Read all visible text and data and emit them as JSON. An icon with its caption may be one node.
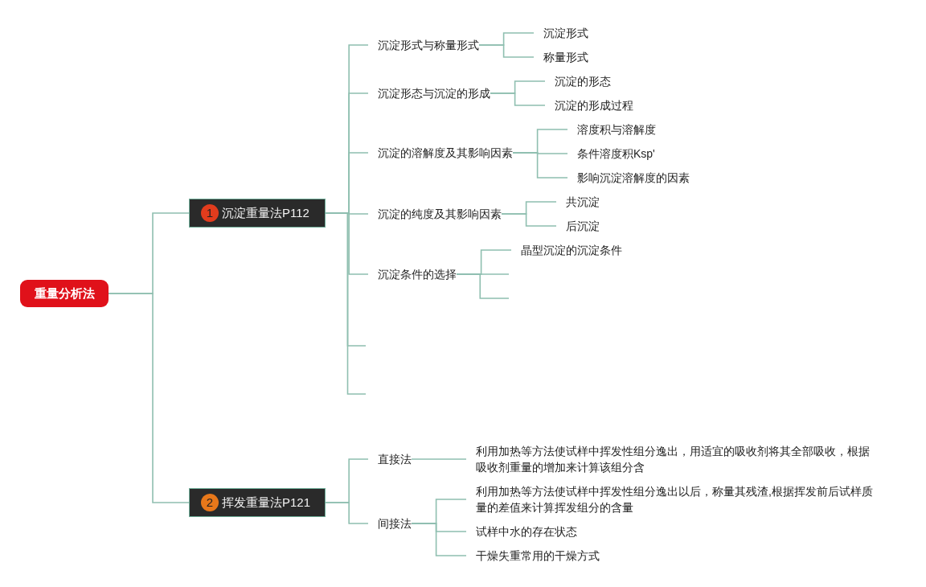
{
  "diagram": {
    "nodes": [
      {
        "text": [
          "重量分析法"
        ]
      },
      {
        "text": [
          "1",
          "沉淀重量法P112"
        ]
      },
      {
        "text": [
          "沉淀形式与称量形式"
        ]
      },
      {
        "text": [
          "沉淀形式"
        ]
      },
      {
        "text": [
          "称量形式"
        ]
      },
      {
        "text": [
          "沉淀形态与沉淀的形成"
        ]
      },
      {
        "text": [
          "沉淀的形态"
        ]
      },
      {
        "text": [
          "沉淀的形成过程"
        ]
      },
      {
        "text": [
          "沉淀的溶解度及其影响因素"
        ]
      },
      {
        "text": [
          "溶度积与溶解度"
        ]
      },
      {
        "text": [
          "条件溶度积Ksp'"
        ]
      },
      {
        "text": [
          "影响沉淀溶解度的因素"
        ]
      },
      {
        "text": [
          "沉淀的纯度及其影响因素"
        ]
      },
      {
        "text": [
          "共沉淀"
        ]
      },
      {
        "text": [
          "后沉淀"
        ]
      },
      {
        "text": [
          "沉淀条件的选择"
        ]
      },
      {
        "text": [
          "晶型沉淀的沉淀条件"
        ]
      },
      {
        "text": [
          "2",
          "挥发重量法P121"
        ]
      },
      {
        "text": [
          "直接法"
        ]
      },
      {
        "text": [
          "利用加热等方法使试样中挥发性组分逸出，用适宜的吸收剂将其全部吸收，根据吸收剂重量的增加来计算该组分含"
        ]
      },
      {
        "text": [
          "间接法"
        ]
      },
      {
        "text": [
          "利用加热等方法使试样中挥发性组分逸出以后，称量其残渣,根据挥发前后试样质量的差值来计算挥发组分的含量"
        ]
      },
      {
        "text": [
          "试样中水的存在状态"
        ]
      },
      {
        "text": [
          "干燥失重常用的干燥方式"
        ]
      }
    ],
    "edges": [
      {
        "from": 0,
        "to": 1,
        "arrow": "none"
      },
      {
        "from": 1,
        "to": 2,
        "arrow": "none"
      },
      {
        "from": 2,
        "to": 3,
        "arrow": "none"
      },
      {
        "from": 2,
        "to": 4,
        "arrow": "none"
      },
      {
        "from": 1,
        "to": 5,
        "arrow": "none"
      },
      {
        "from": 5,
        "to": 6,
        "arrow": "none"
      },
      {
        "from": 5,
        "to": 7,
        "arrow": "none"
      },
      {
        "from": 1,
        "to": 8,
        "arrow": "none"
      },
      {
        "from": 8,
        "to": 9,
        "arrow": "none"
      },
      {
        "from": 8,
        "to": 10,
        "arrow": "none"
      },
      {
        "from": 8,
        "to": 11,
        "arrow": "none"
      },
      {
        "from": 1,
        "to": 12,
        "arrow": "none"
      },
      {
        "from": 12,
        "to": 13,
        "arrow": "none"
      },
      {
        "from": 12,
        "to": 14,
        "arrow": "none"
      },
      {
        "from": 1,
        "to": 15,
        "arrow": "none"
      },
      {
        "from": 15,
        "to": 16,
        "arrow": "none"
      },
      {
        "from": 15,
        "to": null,
        "arrow": "none"
      },
      {
        "from": 15,
        "to": null,
        "arrow": "none"
      },
      {
        "from": 1,
        "to": null,
        "arrow": "none"
      },
      {
        "from": 1,
        "to": null,
        "arrow": "none"
      },
      {
        "from": 0,
        "to": 17,
        "arrow": "none"
      },
      {
        "from": 17,
        "to": 18,
        "arrow": "none"
      },
      {
        "from": 18,
        "to": 19,
        "arrow": "none"
      },
      {
        "from": 17,
        "to": 20,
        "arrow": "none"
      },
      {
        "from": 20,
        "to": 21,
        "arrow": "none"
      },
      {
        "from": 20,
        "to": 22,
        "arrow": "none"
      },
      {
        "from": 20,
        "to": 23,
        "arrow": "none"
      }
    ]
  }
}
